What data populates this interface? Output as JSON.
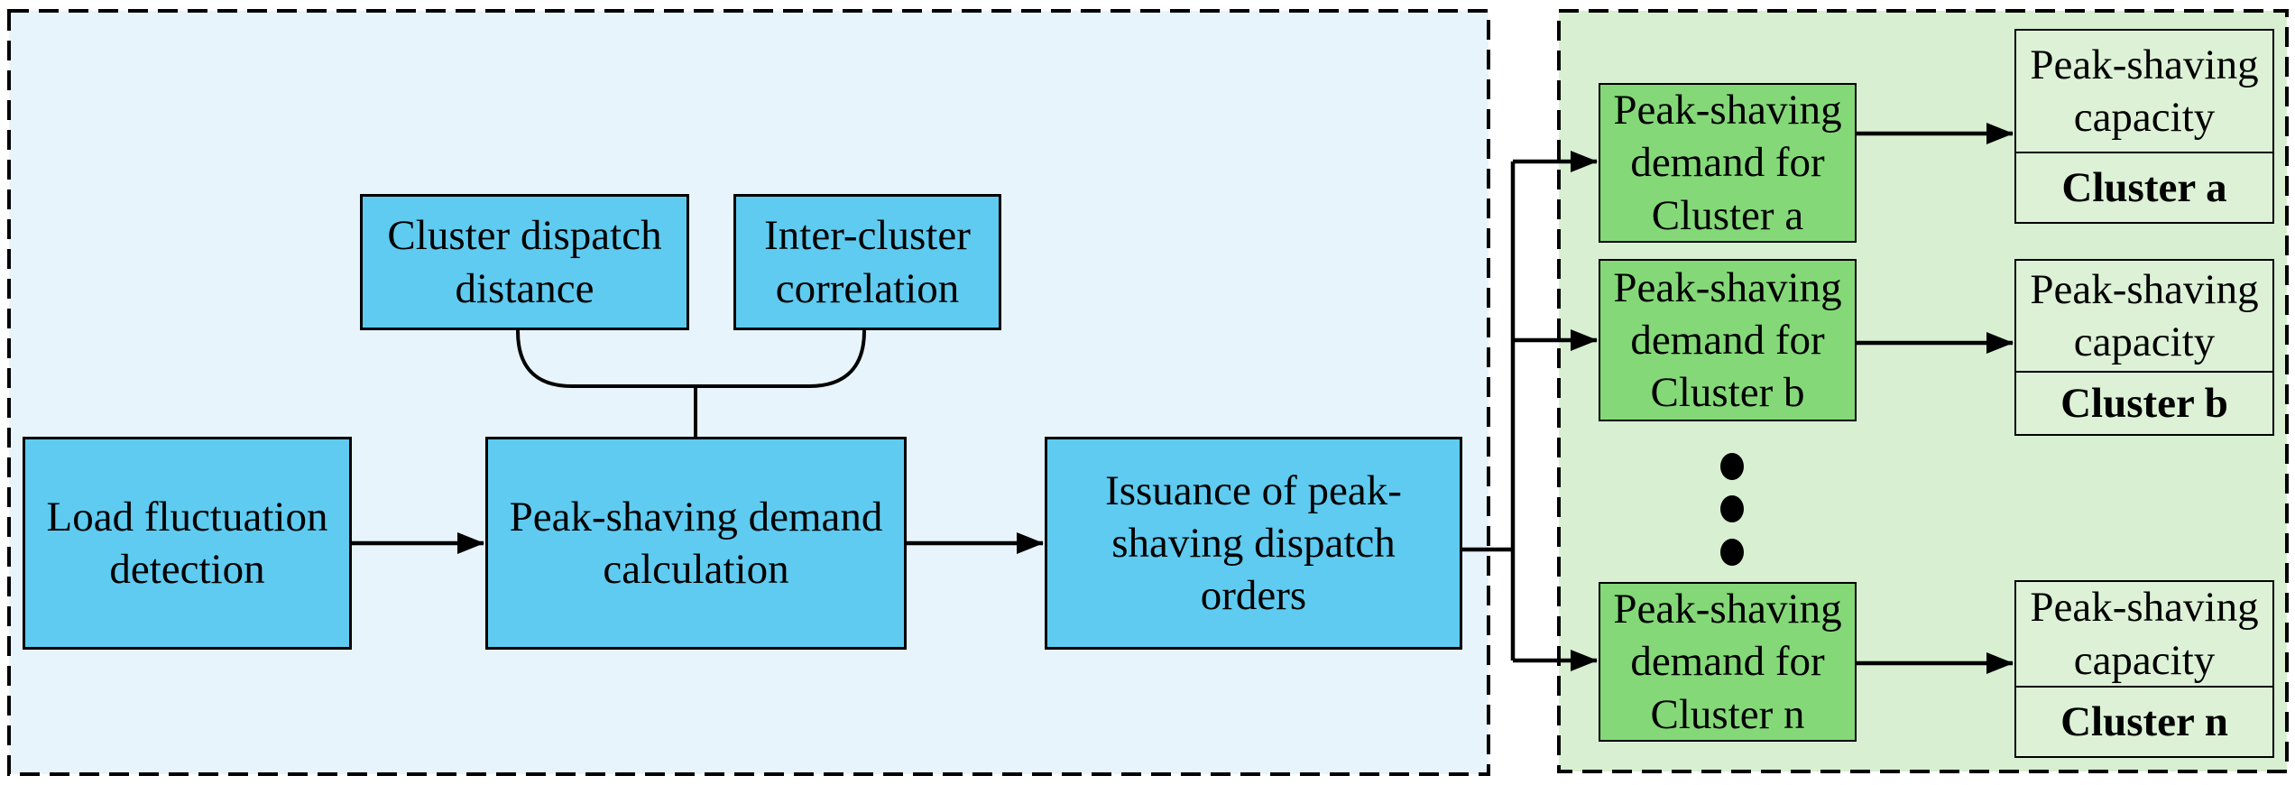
{
  "colors": {
    "page_bg": "#FFFFFF",
    "left_panel_bg": "#E8F4FB",
    "right_panel_bg": "#D8EFD2",
    "process_box_fill": "#5FCBF0",
    "demand_box_fill": "#84D878",
    "capacity_box_fill": "#DCF1D6",
    "line_color": "#000000",
    "text_color": "#000000"
  },
  "left_panel": {
    "nodes": {
      "load_fluctuation": "Load fluctuation\ndetection",
      "cluster_dispatch_distance": "Cluster dispatch\ndistance",
      "inter_cluster_correlation": "Inter-cluster\ncorrelation",
      "demand_calculation": "Peak-shaving demand\ncalculation",
      "issuance": "Issuance of peak-\nshaving dispatch\norders"
    }
  },
  "right_panel": {
    "ellipsis_icon": "vertical-dots",
    "clusters": [
      {
        "id": "a",
        "demand_label": "Peak-shaving\ndemand for\nCluster a",
        "capacity_label": "Peak-shaving\ncapacity",
        "cluster_label": "Cluster a"
      },
      {
        "id": "b",
        "demand_label": "Peak-shaving\ndemand for\nCluster b",
        "capacity_label": "Peak-shaving\ncapacity",
        "cluster_label": "Cluster b"
      },
      {
        "id": "n",
        "demand_label": "Peak-shaving\ndemand for\nCluster n",
        "capacity_label": "Peak-shaving\ncapacity",
        "cluster_label": "Cluster n"
      }
    ]
  }
}
